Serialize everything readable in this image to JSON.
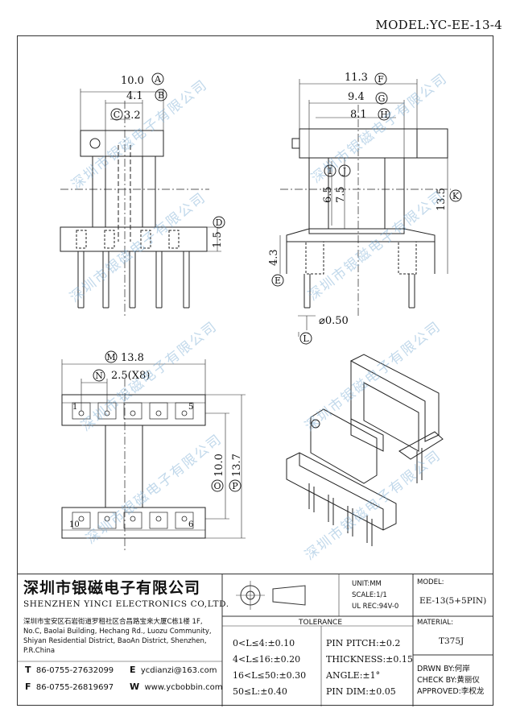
{
  "model": "MODEL:YC-EE-13-4",
  "dims": {
    "A": "10.0",
    "B": "4.1",
    "C": "3.2",
    "D": "1.5",
    "E": "4.3",
    "F": "11.3",
    "G": "9.4",
    "H": "8.1",
    "I": "6.5",
    "J": "7.5",
    "K": "13.5",
    "L": "⌀0.50",
    "M": "13.8",
    "N": "2.5(X8)",
    "O": "10.0",
    "P": "13.7"
  },
  "letters": [
    "A",
    "B",
    "C",
    "D",
    "E",
    "F",
    "G",
    "H",
    "I",
    "J",
    "K",
    "L",
    "M",
    "N",
    "O",
    "P"
  ],
  "pins": {
    "top_first": "1",
    "top_last": "5",
    "bottom_first": "10",
    "bottom_last": "6"
  },
  "watermark": "深圳市银磁电子有限公司",
  "company": {
    "cn": "深圳市银磁电子有限公司",
    "en": "SHENZHEN YINCI ELECTRONICS CO,LTD.",
    "address": "深圳市宝安区石岩街道罗租社区合昌路宝来大厦C栋1楼 1F, No.C, Baolai Building, Hechang Rd., Luozu Community, Shiyan Residential District, BaoAn District, Shenzhen, P.R.China",
    "tel": "86-0755-27632099",
    "fax": "86-0755-26819697",
    "email": "ycdianzi@163.com",
    "web": "www.ycbobbin.com",
    "tel_label": "T",
    "fax_label": "F",
    "email_label": "E",
    "web_label": "W"
  },
  "unit": "UNIT:MM",
  "scale": "SCALE:1/1",
  "ul": "UL REC:94V-0",
  "model_label": "MODEL:",
  "model_value": "EE-13(5+5PIN)",
  "material_label": "MATERIAL:",
  "material_value": "T375J",
  "tolerance": {
    "title": "TOLERANCE",
    "rows": [
      "0<L≤4:±0.10",
      "4<L≤16:±0.20",
      "16<L≤50:±0.30",
      "50≤L:±0.40"
    ],
    "right": [
      "PIN PITCH:±0.2",
      "THICKNESS:±0.15",
      "ANGLE:±1°",
      "PIN DIM:±0.05"
    ]
  },
  "drawn": "DRWN BY:何岸",
  "check": "CHECK BY:黄丽仪",
  "approved": "APPROVED:李权龙"
}
